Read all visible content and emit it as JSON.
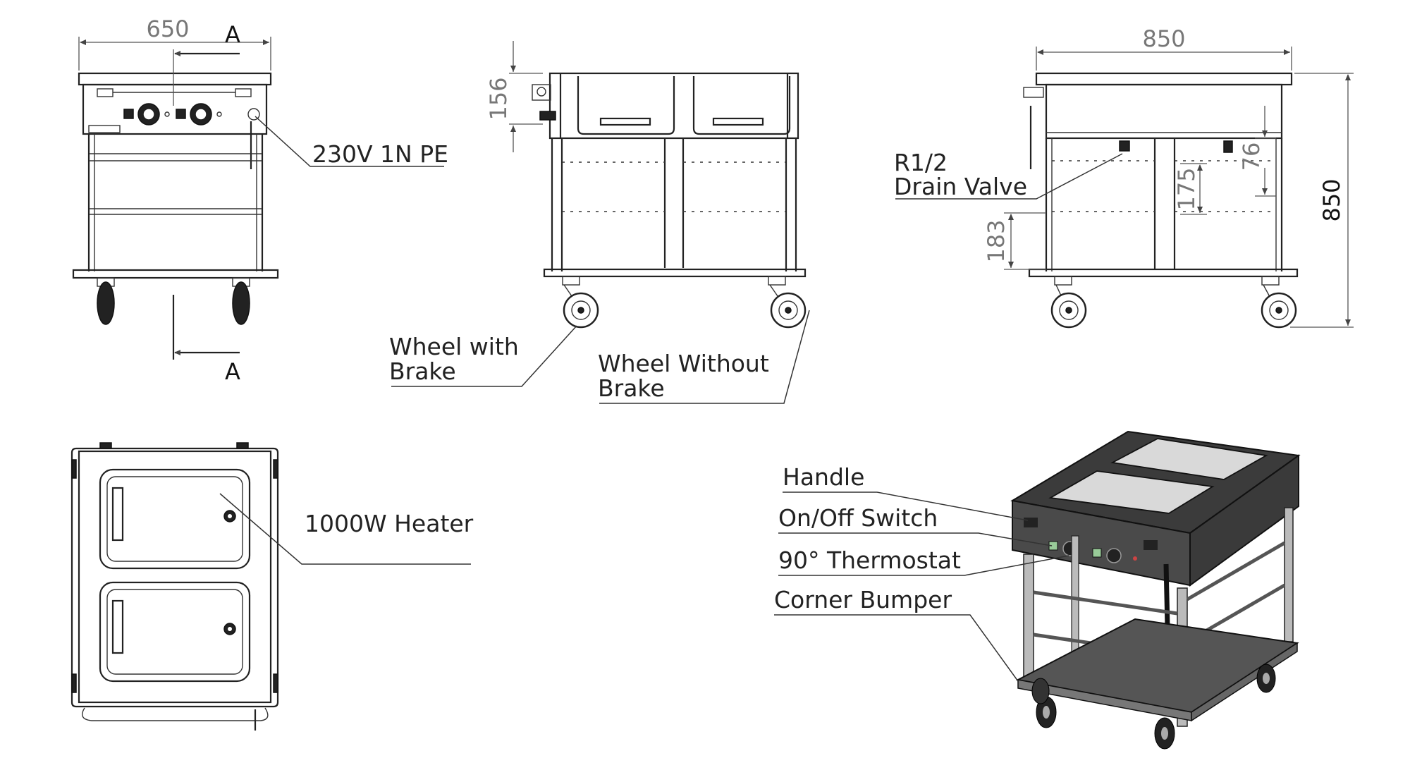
{
  "dimensions": {
    "front_width": "650",
    "side_width": "850",
    "side_height": "850",
    "tray_depth": "156",
    "valve_height": "76",
    "pan_offset": "175",
    "shelf_height": "183"
  },
  "section_marker": "A",
  "labels": {
    "power": "230V 1N PE",
    "drain_line1": "R1/2",
    "drain_line2": "Drain Valve",
    "wheel_brake_line1": "Wheel with",
    "wheel_brake_line2": "Brake",
    "wheel_nobrake_line1": "Wheel Without",
    "wheel_nobrake_line2": "Brake",
    "heater": "1000W Heater",
    "handle": "Handle",
    "switch": "On/Off Switch",
    "thermostat": "90° Thermostat",
    "bumper": "Corner Bumper"
  }
}
